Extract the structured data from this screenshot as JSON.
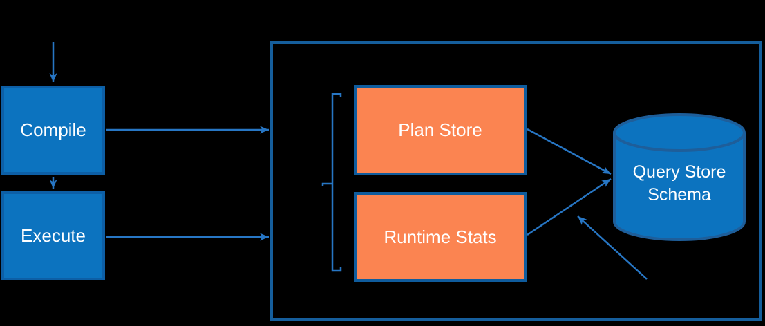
{
  "nodes": {
    "compile": {
      "label": "Compile"
    },
    "execute": {
      "label": "Execute"
    },
    "plan_store": {
      "label": "Plan Store"
    },
    "runtime_stats": {
      "label": "Runtime Stats"
    },
    "query_store_schema": {
      "label": "Query Store Schema",
      "line1": "Query Store",
      "line2": "Schema"
    }
  },
  "colors": {
    "background": "#000000",
    "blue_node_fill": "#0C73BF",
    "blue_node_border": "#0D5FA6",
    "orange_node_fill": "#FB8451",
    "orange_node_border": "#0F5C9D",
    "container_border": "#155E9C",
    "arrow": "#2776C4",
    "cylinder_fill": "#0C73BF",
    "cylinder_border": "#1E5E9A",
    "text": "#FFFFFF"
  }
}
